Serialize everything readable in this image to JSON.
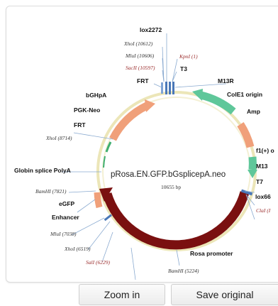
{
  "map": {
    "name": "pRosa.EN.GFP.bGsplicepA.neo",
    "size": "10655 bp"
  },
  "features": {
    "lox2272": "lox2272",
    "t3": "T3",
    "frt_top": "FRT",
    "m13r": "M13R",
    "bghpa": "bGHpA",
    "cole1": "ColE1 origin",
    "pgk_neo": "PGK-Neo",
    "amp": "Amp",
    "frt_left": "FRT",
    "f1": "f1(+) o",
    "globin": "Globin splice PolyA",
    "m13": "M13",
    "t7": "T7",
    "egfp": "eGFP",
    "loxp": "lox66",
    "enhancer": "Enhancer",
    "rosa": "Rosa promoter"
  },
  "sites": {
    "xhoi_top": "XhoI (10612)",
    "mlui": "MluI (10606)",
    "sacii": "SacII (10597)",
    "kpni": "KpnI (1)",
    "xhoi_left": "XhoI (8714)",
    "bamhi_left": "BamHI (7821)",
    "mlui_low": "MluI (7038)",
    "xhoi_low": "XhoI (6519)",
    "sali": "SalI (6229)",
    "bamhi_bottom": "BamHI (5224)",
    "clai": "ClaI (I"
  },
  "buttons": {
    "zoom_in": "Zoom in",
    "save_original": "Save original"
  },
  "colors": {
    "rosa_promoter": "#7a1010",
    "amp": "#f0a07a",
    "cole1": "#5fc79a",
    "f1": "#5fc79a",
    "backbone": "#ece6b8",
    "site_marker": "#4a78b8"
  }
}
